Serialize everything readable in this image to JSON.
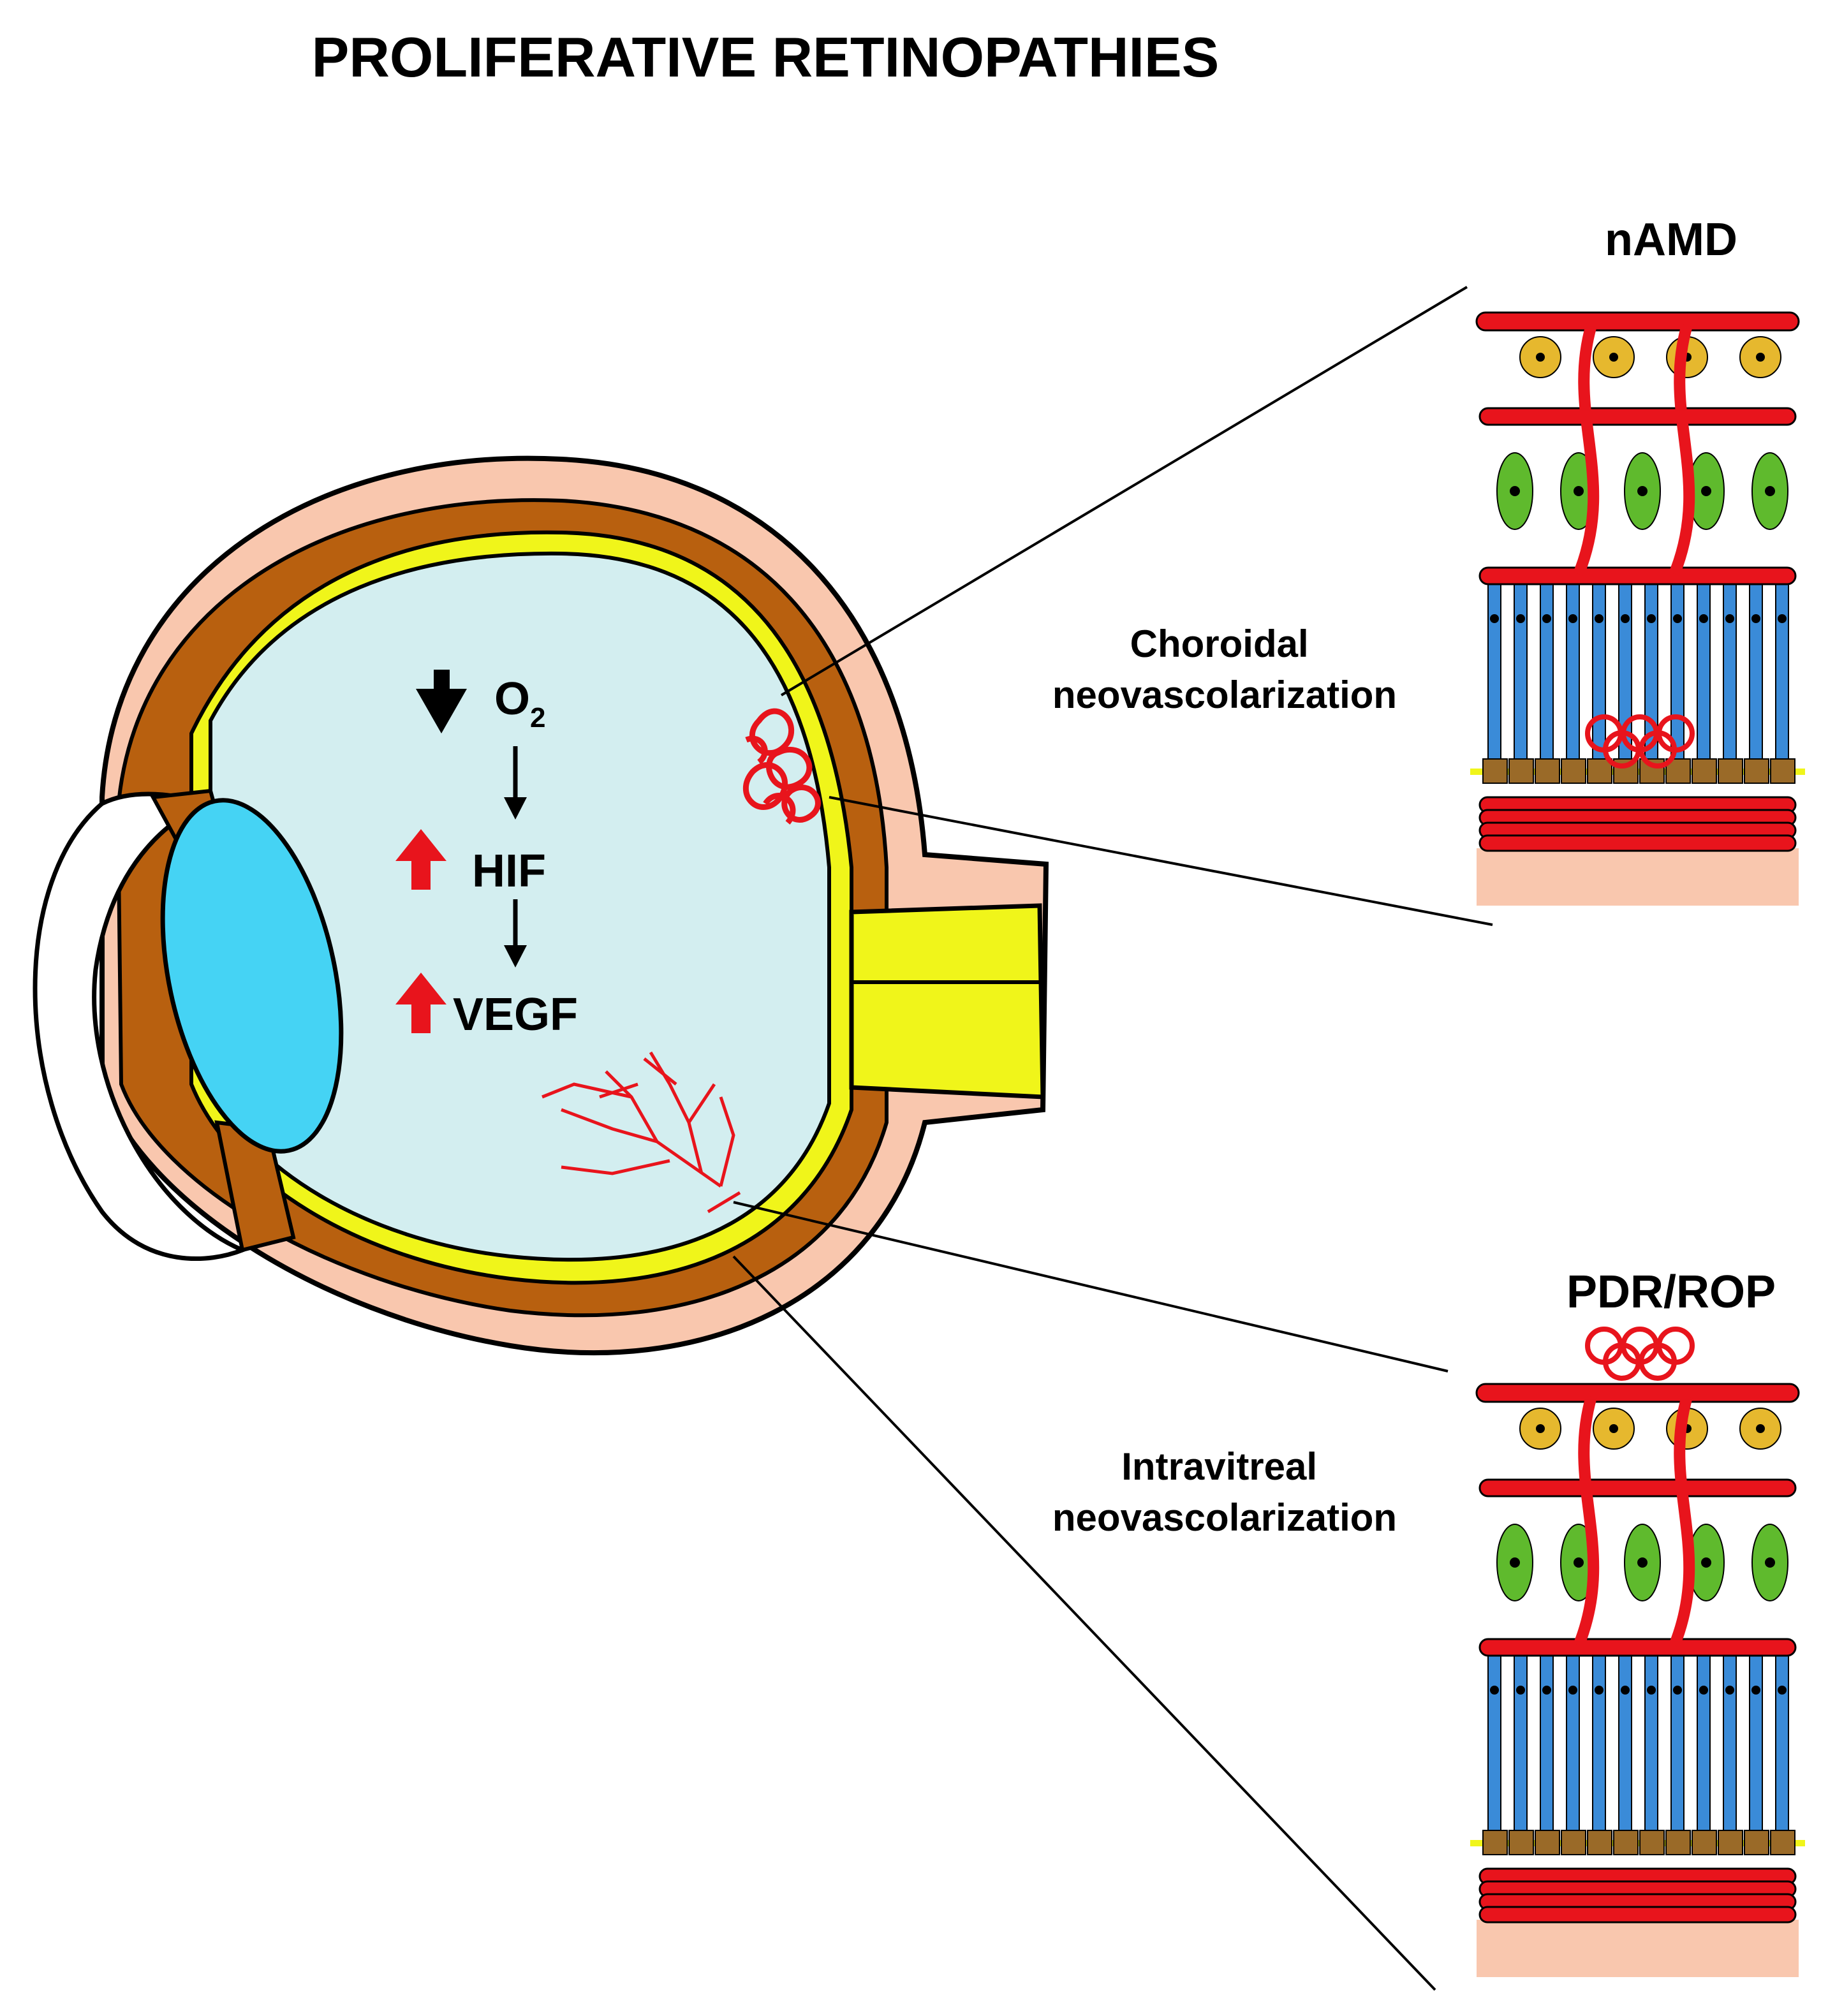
{
  "title": "PROLIFERATIVE RETINOPATHIES",
  "cascade": {
    "o2": "O",
    "o2_subscript": "2",
    "hif": "HIF",
    "vegf": "VEGF"
  },
  "panels": {
    "top": {
      "title": "nAMD"
    },
    "bottom": {
      "title": "PDR/ROP"
    }
  },
  "annotations": {
    "choroidal": {
      "line1": "Choroidal",
      "line2": "neovascolarization"
    },
    "intravitreal": {
      "line1": "Intravitreal",
      "line2": "neovascolarization"
    }
  },
  "colors": {
    "vessel": "#e8141c",
    "sclera": "#f9c7ae",
    "choroid": "#b8600f",
    "retina": "#f0f51a",
    "vitreous": "#d3eef0",
    "lens": "#45d3f4",
    "ganglion": "#e6b82e",
    "bipolar": "#5fba2d",
    "photoreceptor": "#3a8bd8",
    "rpe": "#9a6a28"
  }
}
